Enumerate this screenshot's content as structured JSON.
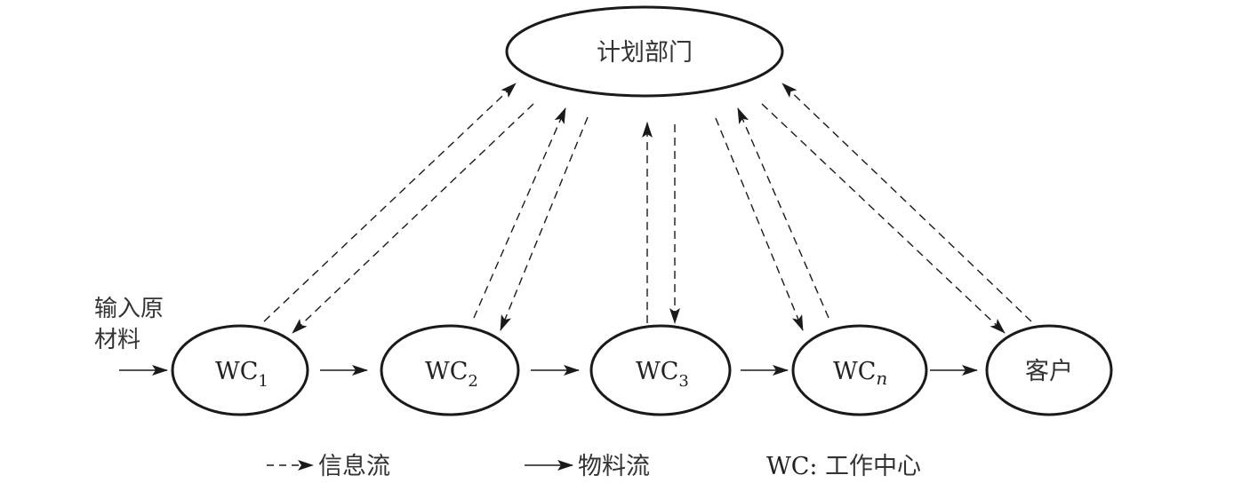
{
  "diagram": {
    "planning_dept": "计划部门",
    "input_label_line1": "输入原",
    "input_label_line2": "材料",
    "nodes": [
      {
        "id": "wc1",
        "main": "WC",
        "sub": "1",
        "sub_italic": false
      },
      {
        "id": "wc2",
        "main": "WC",
        "sub": "2",
        "sub_italic": false
      },
      {
        "id": "wc3",
        "main": "WC",
        "sub": "3",
        "sub_italic": false
      },
      {
        "id": "wcn",
        "main": "WC",
        "sub": "n",
        "sub_italic": true
      },
      {
        "id": "customer",
        "main": "客户",
        "sub": "",
        "sub_italic": false
      }
    ],
    "edges": {
      "material_flow": [
        "input→wc1",
        "wc1→wc2",
        "wc2→wc3",
        "wc3→wcn",
        "wcn→customer"
      ],
      "info_flow": [
        "wc1→planning",
        "planning→wc1",
        "wc2→planning",
        "planning→wc2",
        "wc3→planning",
        "planning→wc3",
        "planning→wcn",
        "wcn→planning",
        "planning→customer",
        "customer→planning"
      ]
    }
  },
  "legend": {
    "info_flow": "信息流",
    "material_flow": "物料流",
    "wc_prefix": "WC:",
    "wc_meaning": "工作中心"
  }
}
